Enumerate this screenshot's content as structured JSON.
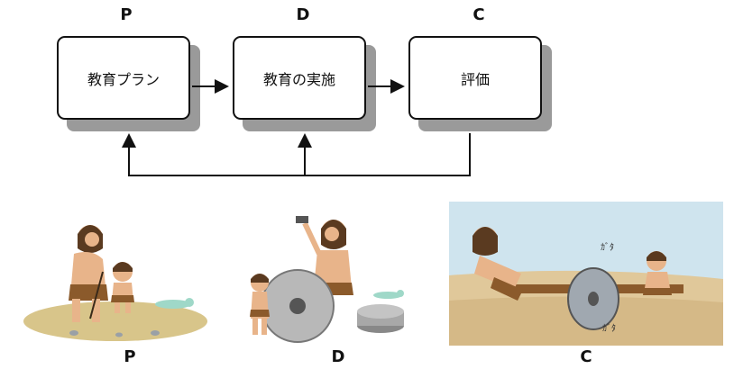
{
  "top_labels": [
    "P",
    "D",
    "C"
  ],
  "boxes": [
    "教育プラン",
    "教育の実施",
    "評価"
  ],
  "bottom_labels": [
    "P",
    "D",
    "C"
  ],
  "illustrations": {
    "p": "caveman-father-teaching-child-icon",
    "d": "caveman-carving-stone-wheel-icon",
    "c": "cavemen-riding-broken-cart-icon",
    "c_sound_1": "ｶﾞﾀ",
    "c_sound_2": "ｶﾞﾀ"
  }
}
